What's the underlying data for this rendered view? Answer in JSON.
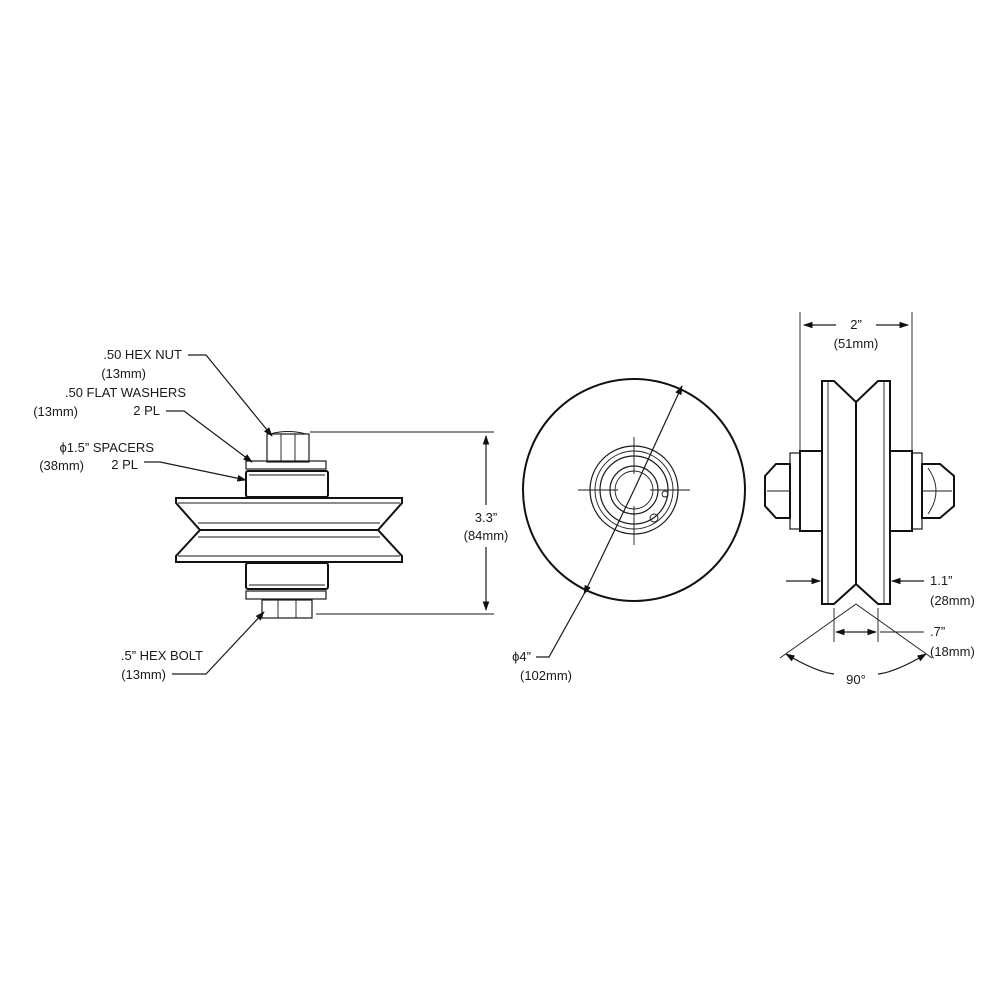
{
  "side_view": {
    "hex_nut": {
      "label": ".50 HEX NUT",
      "metric": "(13mm)"
    },
    "flat_washers": {
      "label": ".50 FLAT WASHERS",
      "qty": "2 PL",
      "metric": "(13mm)"
    },
    "spacers": {
      "label": "ϕ1.5” SPACERS",
      "qty": "2 PL",
      "metric": "(38mm)"
    },
    "height": {
      "value": "3.3”",
      "metric": "(84mm)"
    },
    "hex_bolt": {
      "label": ".5” HEX BOLT",
      "metric": "(13mm)"
    }
  },
  "front_view": {
    "diameter": {
      "value": "ϕ4”",
      "metric": "(102mm)"
    }
  },
  "edge_view": {
    "width": {
      "value": "2”",
      "metric": "(51mm)"
    },
    "wheel_width": {
      "value": "1.1”",
      "metric": "(28mm)"
    },
    "groove_bottom": {
      "value": ".7”",
      "metric": "(18mm)"
    },
    "groove_angle": {
      "value": "90°"
    }
  }
}
